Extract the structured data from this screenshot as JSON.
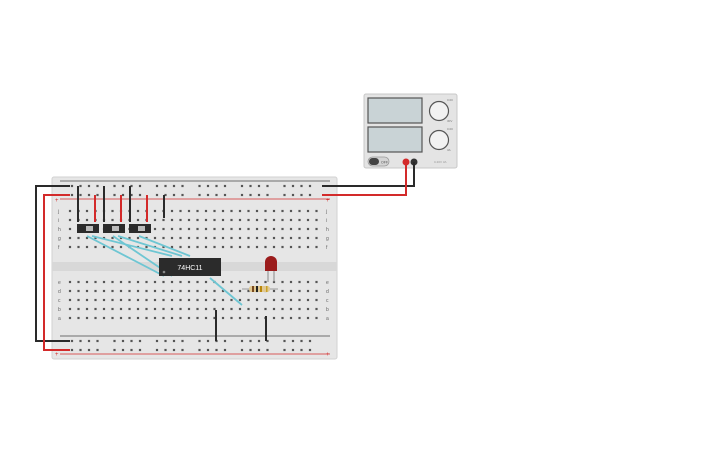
{
  "circuit": {
    "ic_label": "74HC11",
    "power_switch_label": "OFF",
    "supply_model_label": "0-30V 3A",
    "display_top_value": "",
    "display_bottom_value": "",
    "knob_top_labels": [
      "0.00",
      "30V"
    ],
    "knob_bottom_labels": [
      "0.00",
      "3A"
    ],
    "row_letters_top": [
      "j",
      "i",
      "h",
      "g",
      "f"
    ],
    "row_letters_bottom": [
      "e",
      "d",
      "c",
      "b",
      "a"
    ],
    "column_count": 30,
    "rail_plus": "+",
    "rail_minus": "−"
  },
  "colors": {
    "breadboard": "#e6e6e6",
    "wire_red": "#d32a2a",
    "wire_black": "#2a2a2a",
    "wire_blue": "#6ec6d3",
    "led": "#9b1c1c",
    "ic_body": "#2b2b2b"
  }
}
